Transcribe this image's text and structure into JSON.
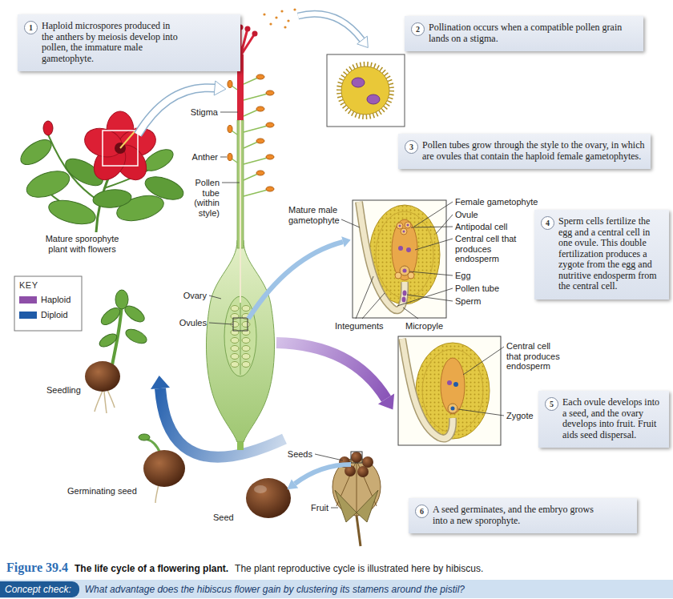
{
  "diagram": {
    "caption": "The life cycle of a flowering plant.",
    "nodes": [
      {
        "text": [
          "Haploid microspores produced in the anthers by meiosis develop into pollen, the immature male gametophyte."
        ]
      },
      {
        "text": [
          "Pollination occurs when a compatible pollen grain lands on a stigma."
        ]
      },
      {
        "text": [
          "Pollen tubes grow through the style to the ovary, in which are ovules that contain the haploid female gametophytes."
        ]
      },
      {
        "text": [
          "Sperm cells fertilize the egg and a central cell in one ovule. This double fertilization produces a zygote from the egg and nutritive endosperm from the central cell."
        ]
      },
      {
        "text": [
          "Each ovule develops into a seed, and the ovary develops into fruit. Fruit aids seed dispersal."
        ]
      },
      {
        "text": [
          "A seed germinates, and the embryo grows into a new sporophyte."
        ]
      },
      {
        "text": [
          "Concept check:",
          "What advantage does the hibiscus flower gain by clustering its stamens around the pistil?"
        ]
      }
    ],
    "labels": [
      "1",
      "2",
      "Stigma",
      "Anther",
      "3",
      "Pollen tube (within style)",
      "Mature sporophyte plant with flowers",
      "Mature male gametophyte",
      "Female gametophyte",
      "Ovule",
      "Antipodal cell",
      "Central cell that produces endosperm",
      "4",
      "Egg",
      "Pollen tube",
      "Sperm",
      "KEY",
      "Ovary",
      "Ovules",
      "Integuments",
      "Micropyle",
      "Seedling",
      "Central cell that produces endosperm",
      "5",
      "Zygote",
      "Seeds",
      "Germinating seed",
      "Fruit",
      "6",
      "Seed",
      "Figure 39.4",
      "The plant reproductive cycle is illustrated here by hibiscus."
    ],
    "legend": [
      {
        "text": "Haploid",
        "color": "#8e4fa8"
      },
      {
        "text": "Diploid",
        "color": "#1f5ba8"
      }
    ]
  }
}
